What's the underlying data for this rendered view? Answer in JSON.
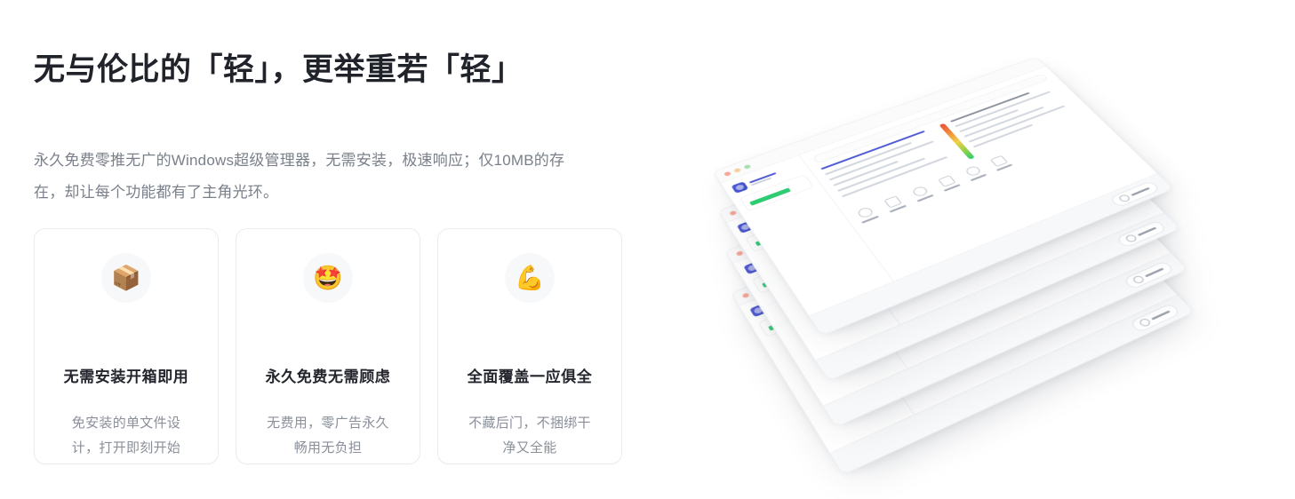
{
  "page": {
    "background_color": "#ffffff",
    "accent_color": "#4f5bd5"
  },
  "hero": {
    "headline": "无与伦比的「轻」，更举重若「轻」",
    "subtitle": "永久免费零推无广的Windows超级管理器，无需安装，极速响应；仅10MB的存在，却让每个功能都有了主角光环。"
  },
  "features": {
    "cards": [
      {
        "icon": "📦",
        "icon_name": "package-icon",
        "title": "无需安装开箱即用",
        "description": "免安装的单文件设计，打开即刻开始"
      },
      {
        "icon": "🤩",
        "icon_name": "star-struck-icon",
        "title": "永久免费无需顾虑",
        "description": "无费用，零广告永久畅用无负担"
      },
      {
        "icon": "💪",
        "icon_name": "flexed-biceps-icon",
        "title": "全面覆盖一应俱全",
        "description": "不藏后门，不捆绑干净又全能"
      }
    ]
  },
  "showcase": {
    "description": "层叠的应用窗口截图",
    "window_count": 4,
    "traffic_light_colors": [
      "#f7a694",
      "#f6cf9a",
      "#a8dfb0"
    ],
    "gauge_colors": [
      "#2ecb72",
      "#8ed24a",
      "#f3d046",
      "#f0923a",
      "#e8503a"
    ],
    "progress_color": "#2ecb72"
  }
}
